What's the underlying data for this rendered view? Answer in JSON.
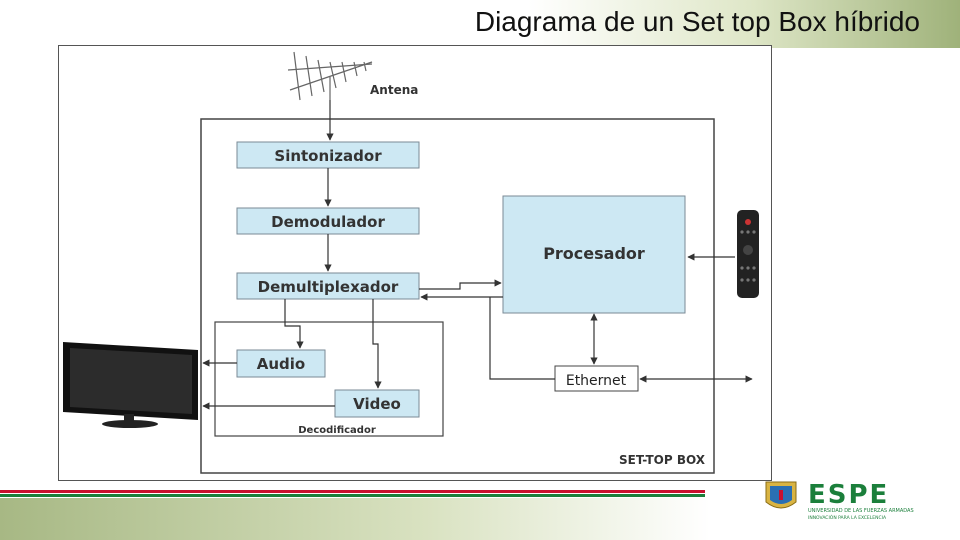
{
  "slide": {
    "title": "Diagrama de un Set top Box híbrido"
  },
  "diagram": {
    "antenna_label": "Antena",
    "blocks": {
      "tuner": "Sintonizador",
      "demodulator": "Demodulador",
      "demultiplexer": "Demultiplexador",
      "processor": "Procesador",
      "audio": "Audio",
      "video": "Video",
      "ethernet": "Ethernet"
    },
    "decoder_label": "Decodificador",
    "stb_label": "SET-TOP BOX"
  },
  "logo": {
    "name": "ESPE",
    "tagline_1": "UNIVERSIDAD DE LAS FUERZAS ARMADAS",
    "tagline_2": "INNOVACIÓN PARA LA EXCELENCIA"
  },
  "colors": {
    "block_fill": "#cde8f3",
    "block_stroke": "#7a8a96",
    "logo_green": "#1b7f3b",
    "stripe_red": "#c8102e"
  }
}
